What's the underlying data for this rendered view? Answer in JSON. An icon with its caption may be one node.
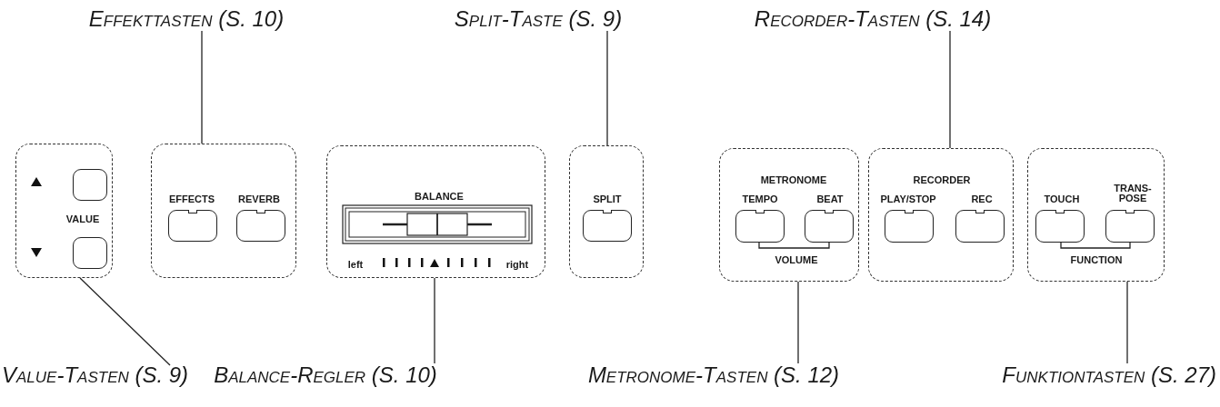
{
  "diagram": {
    "nodes": [
      {
        "text": [
          "Effekttasten (S. 10)"
        ]
      },
      {
        "text": [
          "Split-Taste (S. 9)"
        ]
      },
      {
        "text": [
          "Recorder-Tasten (S. 14)"
        ]
      },
      {
        "text": [
          "VALUE"
        ]
      },
      {
        "text": [
          "EFFECTS",
          "REVERB"
        ]
      },
      {
        "text": [
          "BALANCE",
          "left",
          "right"
        ]
      },
      {
        "text": [
          "SPLIT"
        ]
      },
      {
        "text": [
          "METRONOME",
          "TEMPO",
          "BEAT",
          "VOLUME"
        ]
      },
      {
        "text": [
          "RECORDER",
          "PLAY/STOP",
          "REC"
        ]
      },
      {
        "text": [
          "TOUCH",
          "TRANS- POSE",
          "FUNCTION"
        ]
      },
      {
        "text": [
          "Value-Tasten (S. 9)"
        ]
      },
      {
        "text": [
          "Balance-Regler (S. 10)"
        ]
      },
      {
        "text": [
          "Metronome-Tasten (S. 12)"
        ]
      },
      {
        "text": [
          "Funktiontasten (S. 27)"
        ]
      }
    ],
    "edges": [
      {
        "from": 0,
        "to": 4,
        "arrow": "none"
      },
      {
        "from": 1,
        "to": 6,
        "arrow": "none"
      },
      {
        "from": 2,
        "to": 8,
        "arrow": "none"
      },
      {
        "from": 10,
        "to": 3,
        "arrow": "none"
      },
      {
        "from": 11,
        "to": 5,
        "arrow": "none"
      },
      {
        "from": 12,
        "to": 7,
        "arrow": "none"
      },
      {
        "from": 13,
        "to": 9,
        "arrow": "none"
      }
    ]
  }
}
